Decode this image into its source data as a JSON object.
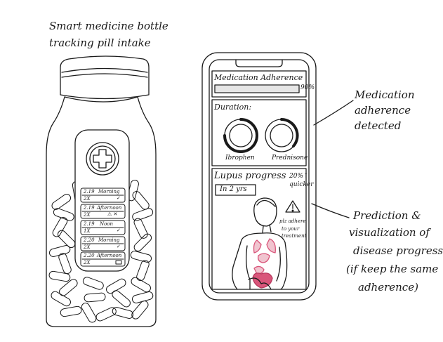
{
  "bottle": {
    "caption_line1": "Smart medicine bottle",
    "caption_line2": "tracking pill intake",
    "log": [
      {
        "date": "2.19",
        "period": "Morning",
        "count": "2X",
        "status": "✓"
      },
      {
        "date": "2.19",
        "period": "Afternoon",
        "count": "2X",
        "status": "⚠ ✕"
      },
      {
        "date": "2.19",
        "period": "Noon",
        "count": "1X",
        "status": "✓"
      },
      {
        "date": "2.20",
        "period": "Morning",
        "count": "2X",
        "status": "✓"
      },
      {
        "date": "2.20",
        "period": "Afternoon",
        "count": "2X",
        "status": ""
      }
    ]
  },
  "phone": {
    "adherence_title": "Medication Adherence",
    "adherence_value": "90%",
    "duration_label": "Duration:",
    "drug1": "Ibrophen",
    "drug2": "Prednisone",
    "progress_title": "Lupus progress",
    "range_select": "In 2 yrs",
    "speed_value": "20%↑",
    "speed_label": "quicker",
    "warning_line1": "plz adhere",
    "warning_line2": "to your",
    "warning_line3": "treatment"
  },
  "annotations": {
    "adherence_line1": "Medication",
    "adherence_line2": "adherence",
    "adherence_line3": "detected",
    "prediction_line1": "Prediction &",
    "prediction_line2": "visualization of",
    "prediction_line3": "disease progress",
    "prediction_line4": "(if keep the same",
    "prediction_line5": "adherence)"
  },
  "colors": {
    "ink": "#1a1a1a",
    "organ_pink": "#d9557a",
    "organ_fill": "#f0c4cf"
  }
}
